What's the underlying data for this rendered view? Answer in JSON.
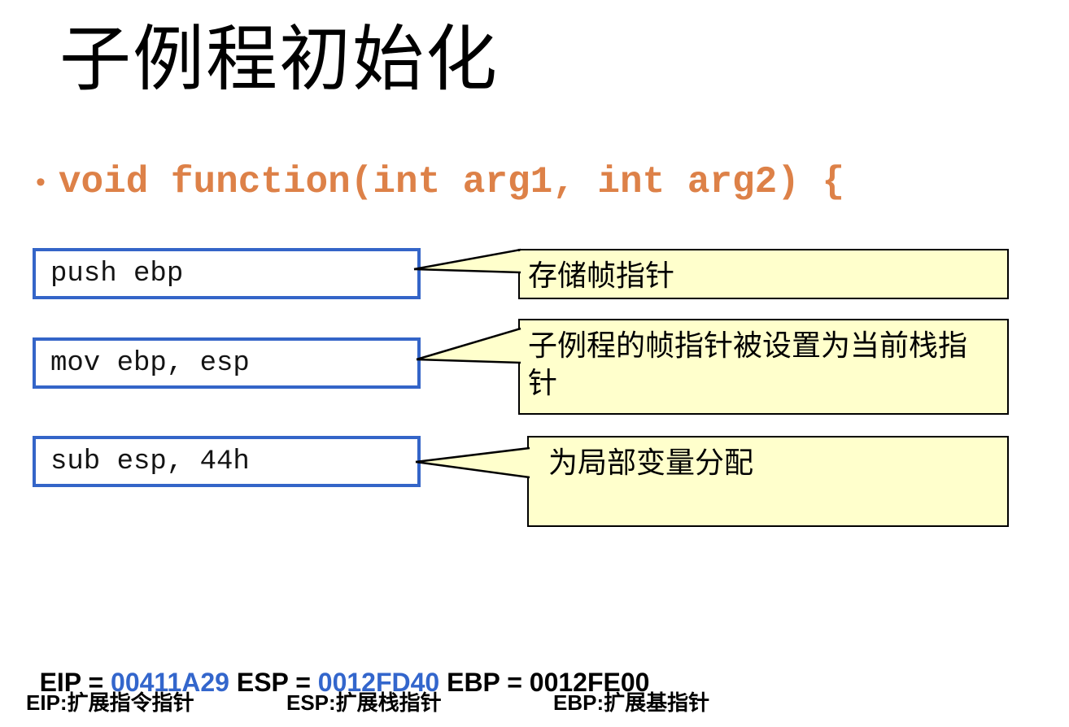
{
  "title": "子例程初始化",
  "bullet": {
    "marker": "•",
    "code": "void function(int arg1, int arg2) {"
  },
  "code_boxes": [
    {
      "code": "push ebp",
      "note": "存储帧指针"
    },
    {
      "code": "mov ebp, esp",
      "note": "子例程的帧指针被设置为当前栈指针"
    },
    {
      "code": "sub esp, 44h",
      "note": "为局部变量分配"
    }
  ],
  "registers": {
    "segments": [
      {
        "text": "EIP = "
      },
      {
        "text": "00411A29"
      },
      {
        "text": " ESP = "
      },
      {
        "text": "0012FD40"
      },
      {
        "text": " EBP = 0012FE00"
      }
    ],
    "definitions": [
      "EIP:扩展指令指针",
      "ESP:扩展栈指针",
      "EBP:扩展基指针"
    ]
  },
  "colors": {
    "accent_orange": "#DD8148",
    "box_border_blue": "#3465C8",
    "callout_yellow": "#FFFFCC",
    "value_blue": "#3366CC"
  }
}
